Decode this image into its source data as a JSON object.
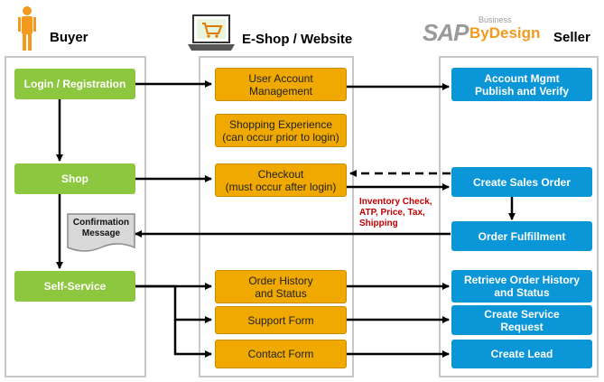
{
  "headers": {
    "buyer": "Buyer",
    "eshop": "E-Shop / Website",
    "seller": "Seller"
  },
  "logo": {
    "sap": "SAP",
    "business": "Business",
    "bydesign": "ByDesign"
  },
  "buyer": {
    "login": "Login / Registration",
    "shop": "Shop",
    "self_service": "Self-Service",
    "confirmation": "Confirmation Message"
  },
  "eshop": {
    "user_account_1": "User Account",
    "user_account_2": "Management",
    "shopping_1": "Shopping Experience",
    "shopping_2": "(can occur prior to login)",
    "checkout_1": "Checkout",
    "checkout_2": "(must occur after login)",
    "order_history_1": "Order History",
    "order_history_2": "and Status",
    "support_form": "Support Form",
    "contact_form": "Contact Form"
  },
  "seller": {
    "account_1": "Account Mgmt",
    "account_2": "Publish and Verify",
    "sales_order": "Create Sales Order",
    "fulfillment": "Order Fulfillment",
    "retrieve_1": "Retrieve Order History",
    "retrieve_2": "and Status",
    "service_1": "Create Service",
    "service_2": "Request",
    "lead": "Create Lead"
  },
  "notes": {
    "inventory_1": "Inventory Check,",
    "inventory_2": "ATP, Price, Tax,",
    "inventory_3": "Shipping"
  },
  "colors": {
    "green": "#8dc63f",
    "orange": "#f0a900",
    "blue": "#0b96d8",
    "note_red": "#c00000"
  },
  "icons": [
    "person-icon",
    "laptop-cart-icon",
    "sap-logo"
  ]
}
